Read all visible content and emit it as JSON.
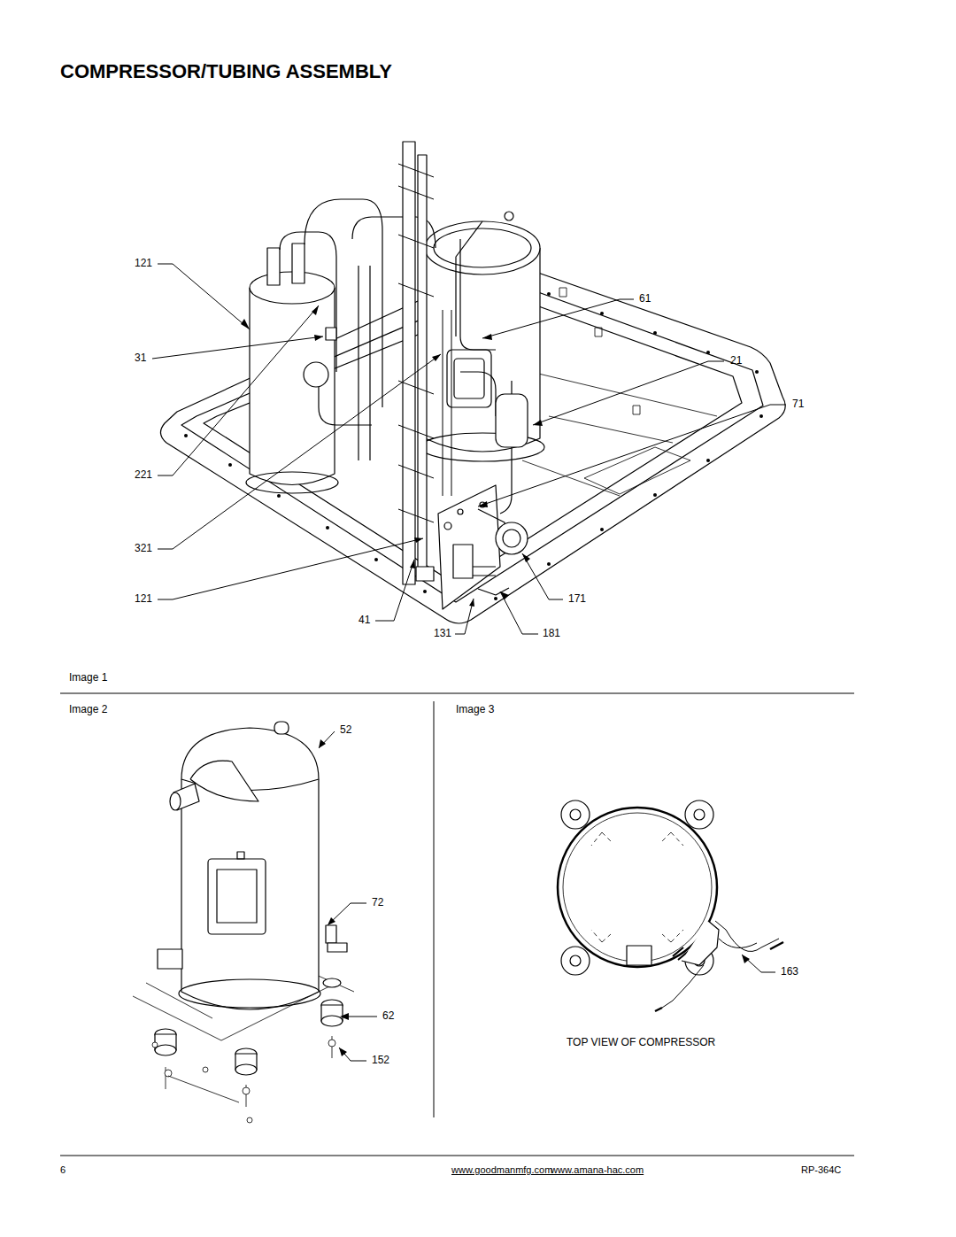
{
  "diagram": {
    "title": "COMPRESSOR/TUBING ASSEMBLY",
    "labels": [
      "121",
      "31",
      "221",
      "321",
      "121",
      "41",
      "131",
      "61",
      "21",
      "71",
      "171",
      "181",
      "Image 1",
      "Image 2",
      "Image 3",
      "52",
      "72",
      "62",
      "152",
      "163",
      "TOP VIEW OF COMPRESSOR",
      "6",
      "www.goodmanmfg.com",
      "www.amana-hac.com",
      "RP-364C"
    ]
  }
}
